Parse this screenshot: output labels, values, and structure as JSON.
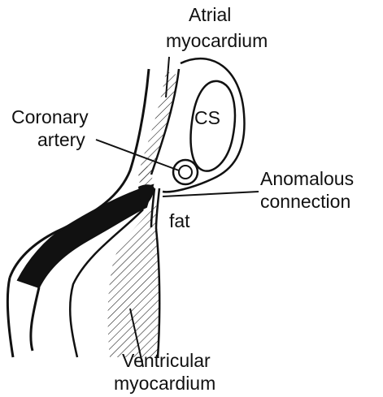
{
  "colors": {
    "ink": "#111111",
    "paper": "#ffffff"
  },
  "labels": {
    "atrial_line1": "Atrial",
    "atrial_line2": "myocardium",
    "coronary_line1": "Coronary",
    "coronary_line2": "artery",
    "cs": "CS",
    "anomalous_line1": "Anomalous",
    "anomalous_line2": "connection",
    "fat": "fat",
    "ventricular_line1": "Ventricular",
    "ventricular_line2": "myocardium"
  }
}
